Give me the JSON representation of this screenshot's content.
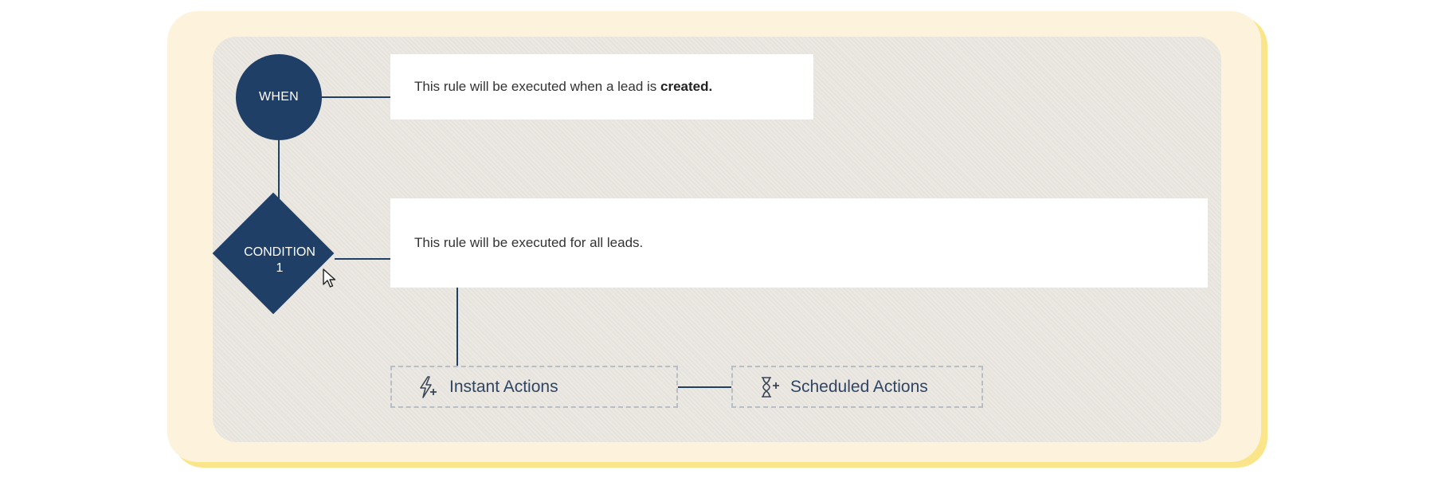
{
  "rule_flow": {
    "when_node": {
      "label": "WHEN"
    },
    "when_description": {
      "prefix": "This rule will be executed when a lead is ",
      "emphasis": "created."
    },
    "condition_node": {
      "label_line1": "CONDITION",
      "label_line2": "1"
    },
    "condition_description": {
      "text": "This rule will be executed for all leads."
    },
    "actions": {
      "instant": {
        "label": "Instant Actions",
        "icon": "lightning-plus-icon"
      },
      "scheduled": {
        "label": "Scheduled Actions",
        "icon": "hourglass-plus-icon"
      }
    }
  },
  "colors": {
    "node_navy": "#1f3f66",
    "outer_card": "#fdf3dc",
    "outer_shadow": "#fbe58a",
    "canvas": "#ebe7e1",
    "dashed_border": "#b8bec6"
  }
}
